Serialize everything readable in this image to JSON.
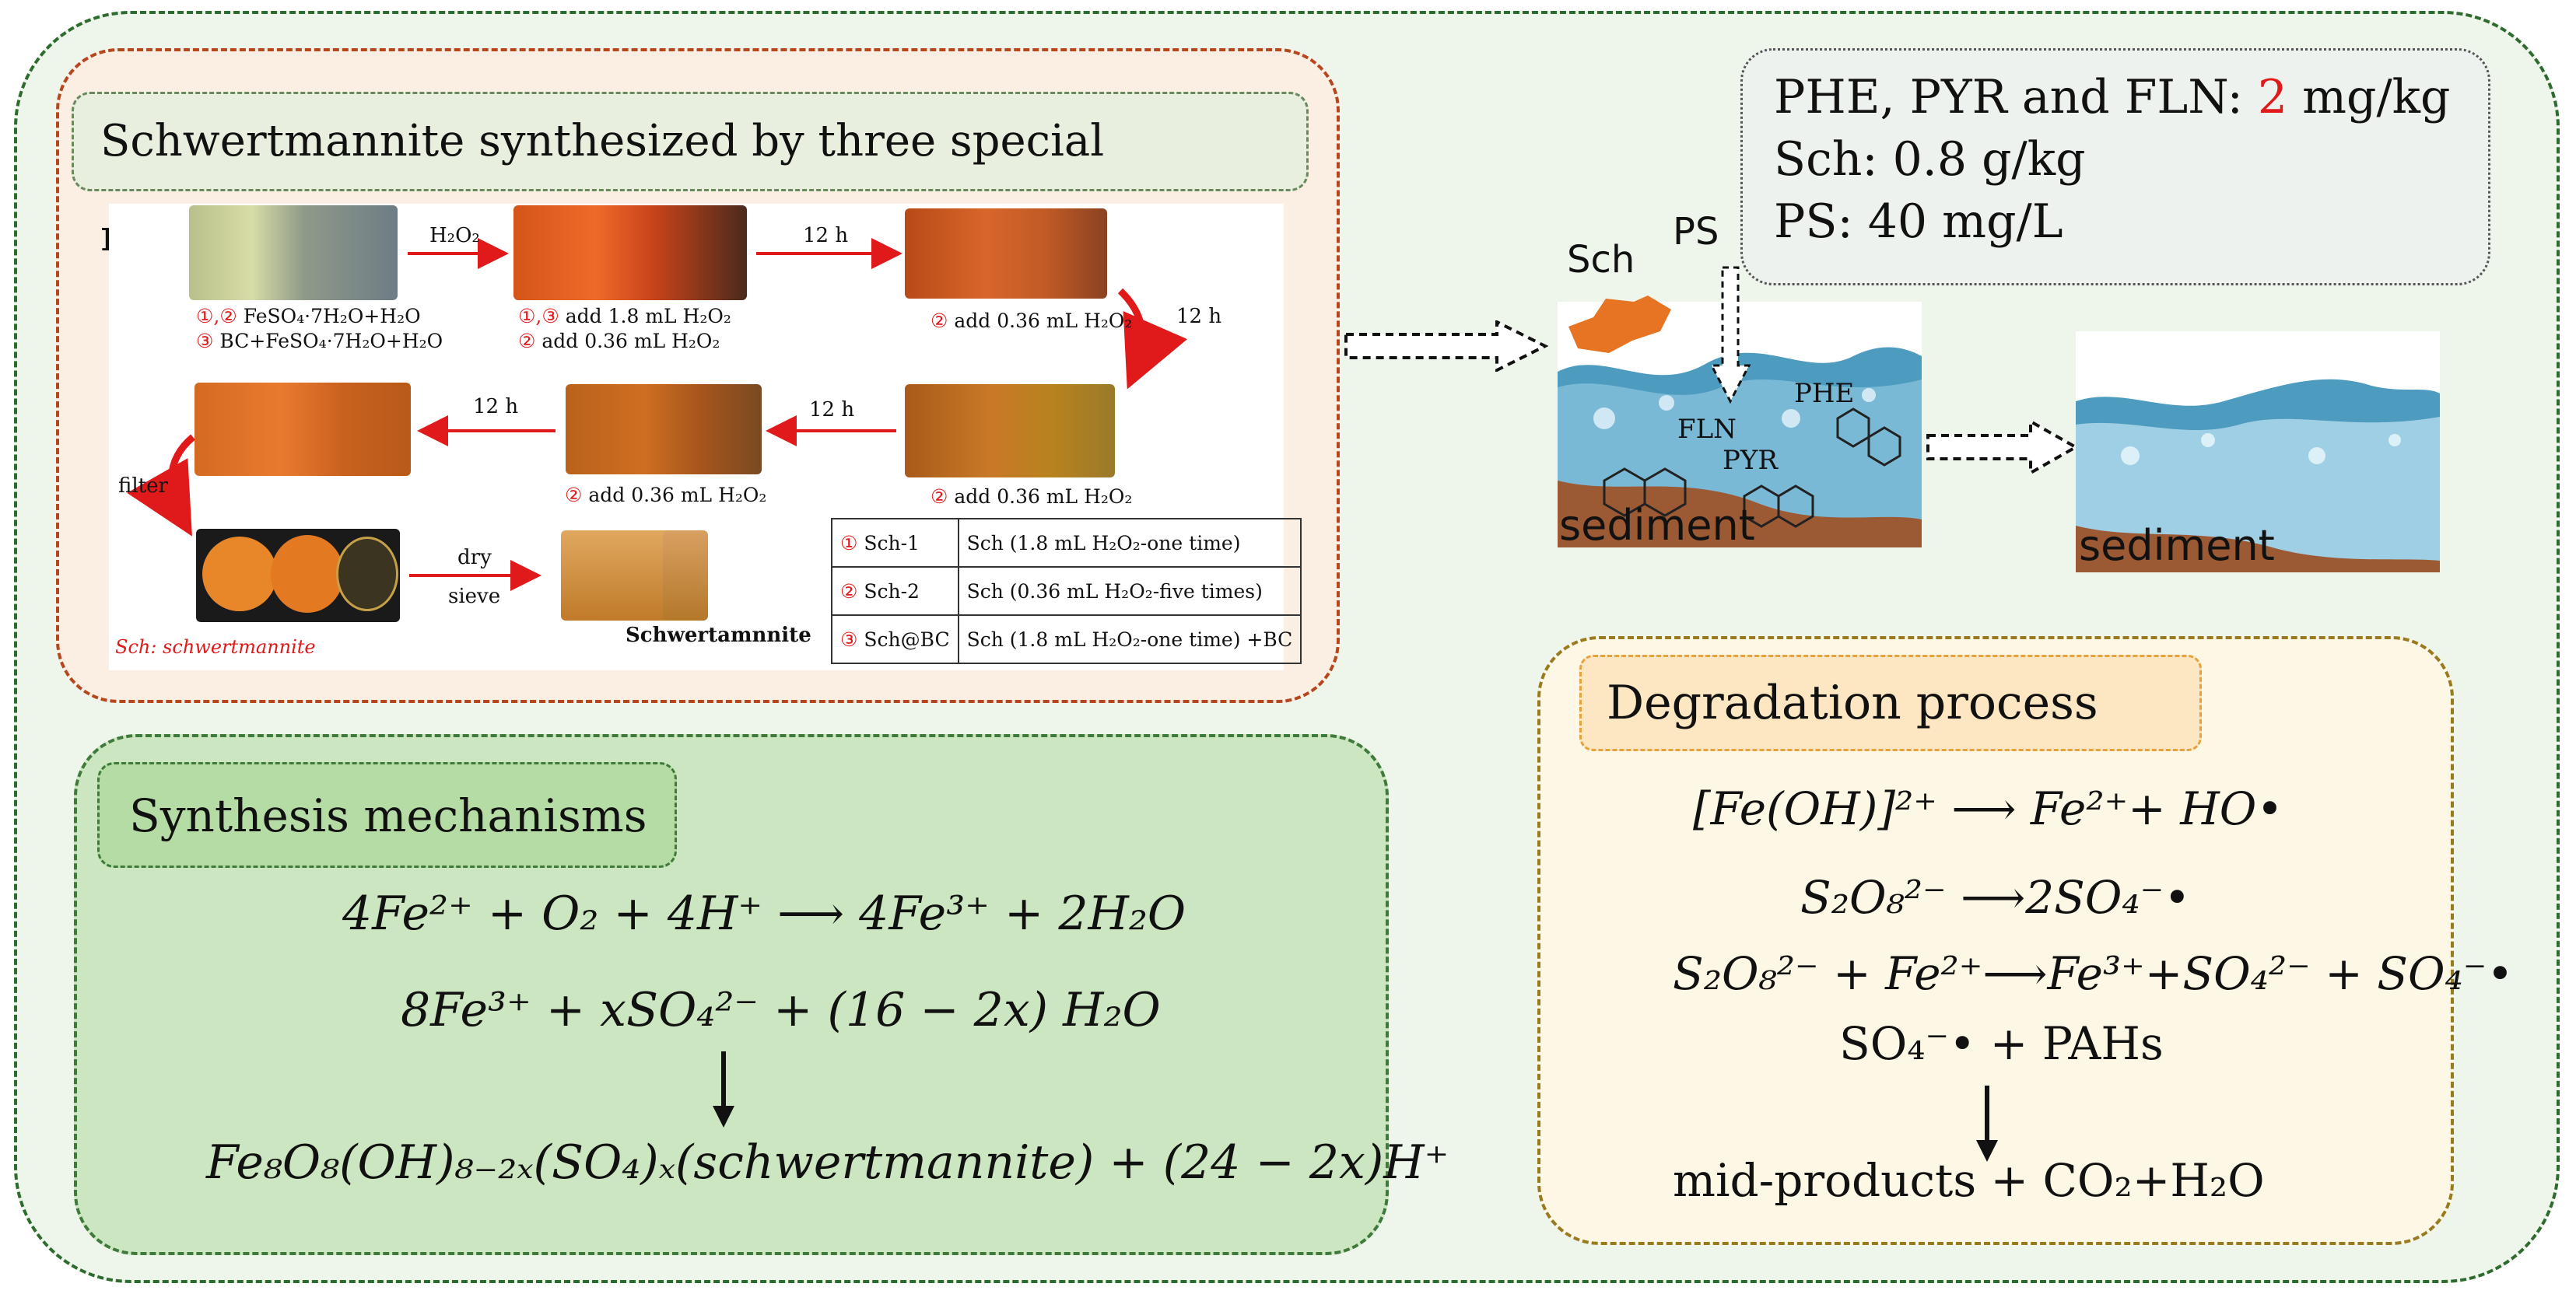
{
  "synthesis_panel": {
    "title": "Schwertmannite synthesized by three special methods",
    "h2o2_label": "H₂O₂",
    "time_12h": "12 h",
    "filter_label": "filter",
    "dry_label": "dry",
    "sieve_label": "sieve",
    "abbrev_note": "Sch: schwertmannite",
    "product_label": "Schwertamnnite",
    "captions": {
      "row1_a1_num": "①,②",
      "row1_a1_text": " FeSO₄·7H₂O+H₂O",
      "row1_a2_num": "③",
      "row1_a2_text": " BC+FeSO₄·7H₂O+H₂O",
      "row1_b1_num": "①,③",
      "row1_b1_text": " add 1.8 mL H₂O₂",
      "row1_b2_num": "②",
      "row1_b2_text": " add 0.36 mL H₂O₂",
      "row1_c_num": "②",
      "row1_c_text": " add 0.36 mL H₂O₂",
      "row2_b_num": "②",
      "row2_b_text": " add 0.36 mL H₂O₂",
      "row2_c_num": "②",
      "row2_c_text": " add 0.36 mL H₂O₂"
    },
    "methods_table": [
      {
        "num": "①",
        "name": "Sch-1",
        "desc": "Sch (1.8 mL H₂O₂-one time)"
      },
      {
        "num": "②",
        "name": "Sch-2",
        "desc": "Sch (0.36 mL H₂O₂-five times)"
      },
      {
        "num": "③",
        "name": "Sch@BC",
        "desc": "Sch (1.8 mL H₂O₂-one time) +BC"
      }
    ]
  },
  "mechanisms_panel": {
    "title": "Synthesis mechanisms",
    "eq1": "4Fe²⁺ + O₂ + 4H⁺ ⟶ 4Fe³⁺ + 2H₂O",
    "eq2": "8Fe³⁺ + xSO₄²⁻ + (16 − 2x) H₂O",
    "eq3": "Fe₈O₈(OH)₈₋₂ₓ(SO₄)ₓ(schwertmannite) + (24 − 2x)H⁺"
  },
  "conditions_box": {
    "line1_prefix": "PHE, PYR and FLN: ",
    "line1_value": "2",
    "line1_unit": " mg/kg",
    "line2": "Sch: 0.8 g/kg",
    "line3": "PS: 40 mg/L",
    "highlight_color": "#e01a1a"
  },
  "reaction_scene": {
    "sch_label": "Sch",
    "ps_label": "PS",
    "phe_label": "PHE",
    "fln_label": "FLN",
    "pyr_label": "PYR",
    "sediment_before": "sediment",
    "sediment_after": "sediment"
  },
  "degradation_panel": {
    "title": "Degradation process",
    "eq1": "[Fe(OH)]²⁺ ⟶ Fe²⁺+ HO•",
    "eq2": "S₂O₈²⁻ ⟶2SO₄⁻•",
    "eq3": "S₂O₈²⁻ + Fe²⁺⟶Fe³⁺+SO₄²⁻ + SO₄⁻•",
    "eq4": "SO₄⁻• + PAHs",
    "eq5": "mid-products + CO₂+H₂O"
  }
}
